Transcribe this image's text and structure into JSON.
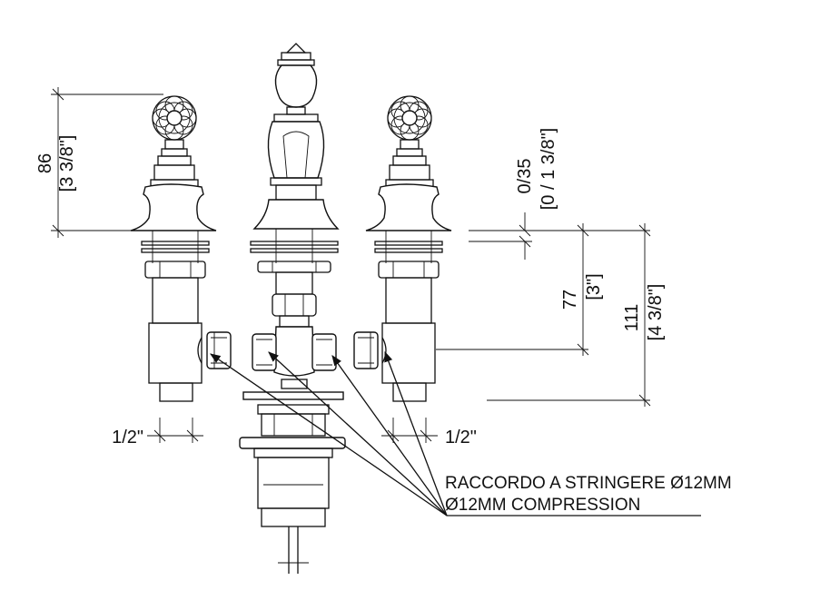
{
  "dimensions": {
    "height_left_mm": "86",
    "height_left_in": "[3 3/8\"]",
    "deck_thickness_mm": "0/35",
    "deck_thickness_in": "[0 / 1 3/8\"]",
    "inlet_height_mm": "77",
    "inlet_height_in": "[3\"]",
    "total_below_mm": "111",
    "total_below_in": "[4 3/8\"]",
    "inlet_left": "1/2\"",
    "inlet_right": "1/2\""
  },
  "note": {
    "line1": "RACCORDO A STRINGERE Ø12MM",
    "line2": "Ø12MM COMPRESSION"
  }
}
